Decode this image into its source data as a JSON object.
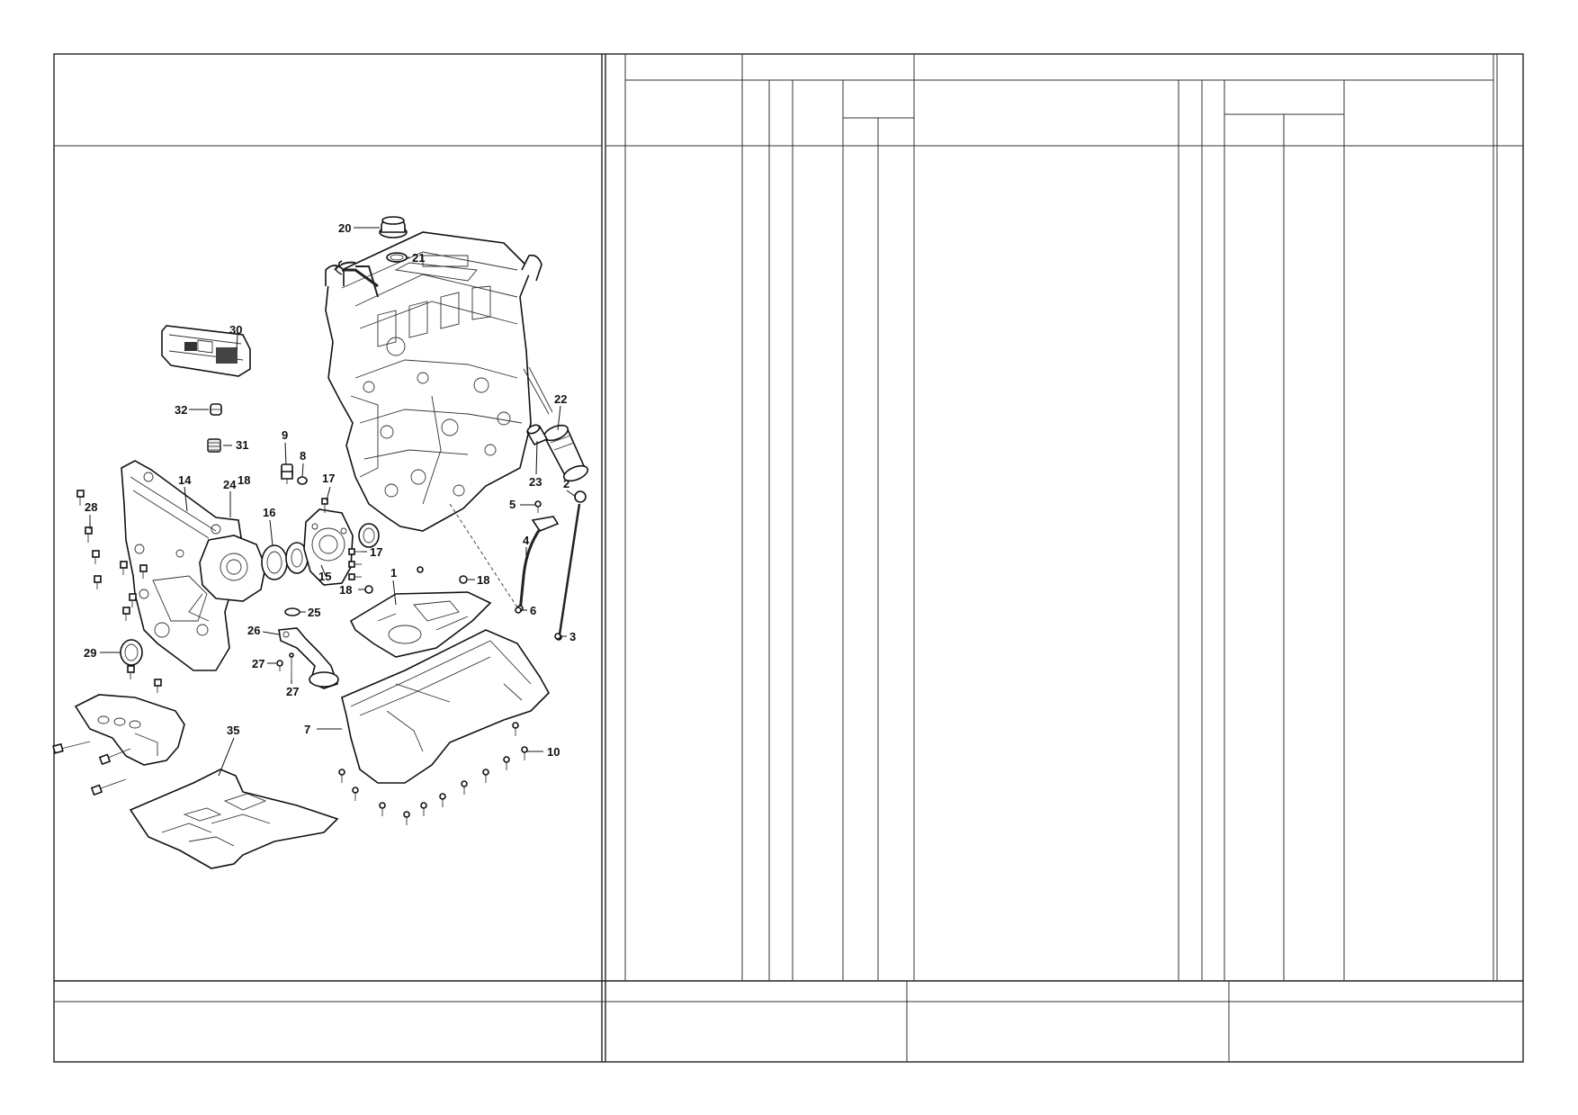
{
  "diagram": {
    "callouts": [
      {
        "id": "c20",
        "label": "20"
      },
      {
        "id": "c21",
        "label": "21"
      },
      {
        "id": "c30",
        "label": "30"
      },
      {
        "id": "c22",
        "label": "22"
      },
      {
        "id": "c32",
        "label": "32"
      },
      {
        "id": "c31",
        "label": "31"
      },
      {
        "id": "c9",
        "label": "9"
      },
      {
        "id": "c8",
        "label": "8"
      },
      {
        "id": "c23",
        "label": "23"
      },
      {
        "id": "c2",
        "label": "2"
      },
      {
        "id": "c14",
        "label": "14"
      },
      {
        "id": "c24",
        "label": "24"
      },
      {
        "id": "c18a",
        "label": "18"
      },
      {
        "id": "c17a",
        "label": "17"
      },
      {
        "id": "c5",
        "label": "5"
      },
      {
        "id": "c28",
        "label": "28"
      },
      {
        "id": "c16",
        "label": "16"
      },
      {
        "id": "c4",
        "label": "4"
      },
      {
        "id": "c17b",
        "label": "17"
      },
      {
        "id": "c1",
        "label": "1"
      },
      {
        "id": "c15",
        "label": "15"
      },
      {
        "id": "c18b",
        "label": "18"
      },
      {
        "id": "c18c",
        "label": "18"
      },
      {
        "id": "c6",
        "label": "6"
      },
      {
        "id": "c25",
        "label": "25"
      },
      {
        "id": "c3",
        "label": "3"
      },
      {
        "id": "c26",
        "label": "26"
      },
      {
        "id": "c29",
        "label": "29"
      },
      {
        "id": "c27a",
        "label": "27"
      },
      {
        "id": "c27b",
        "label": "27"
      },
      {
        "id": "c7",
        "label": "7"
      },
      {
        "id": "c35",
        "label": "35"
      },
      {
        "id": "c10",
        "label": "10"
      }
    ]
  }
}
